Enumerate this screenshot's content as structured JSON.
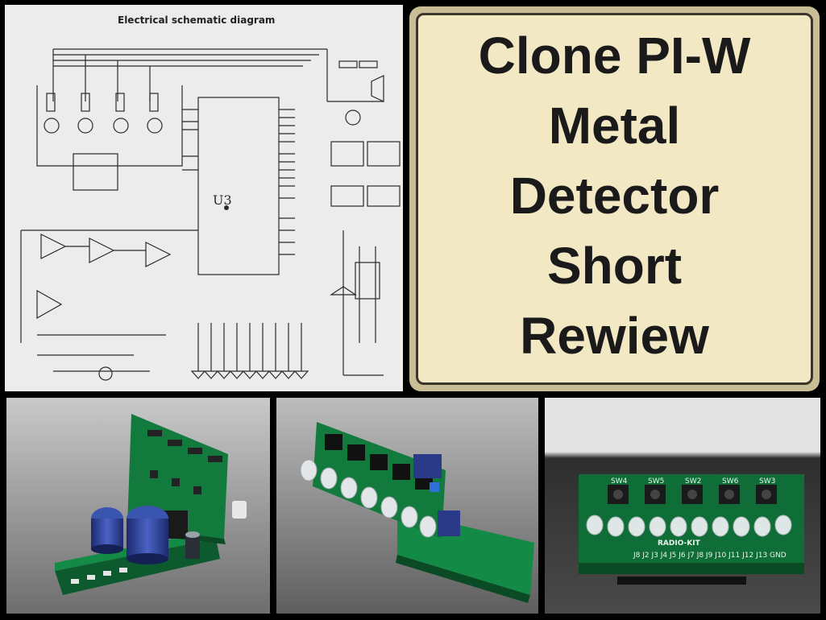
{
  "schematic": {
    "title": "Electrical schematic diagram",
    "chip_label": "U3"
  },
  "title_card": {
    "lines": [
      "Clone PI-W",
      "Metal",
      "Detector",
      "Short",
      "Rewiew"
    ]
  },
  "photos": {
    "board_top": {
      "silkscreen": "RADIO-KIT"
    },
    "board_front": {
      "switch_labels": [
        "SW4",
        "SW5",
        "SW2",
        "SW6",
        "SW3"
      ],
      "brand": "RADIO-KIT",
      "pins": "J8 J2 J3 J4 J5 J6 J7 J8 J9 J10 J11 J12 J13 GND"
    }
  },
  "colors": {
    "pcb_green": "#0f6e38",
    "title_bg": "#f2e8c4",
    "title_border": "#c9bd96",
    "text_dark": "#1a1a1a"
  }
}
